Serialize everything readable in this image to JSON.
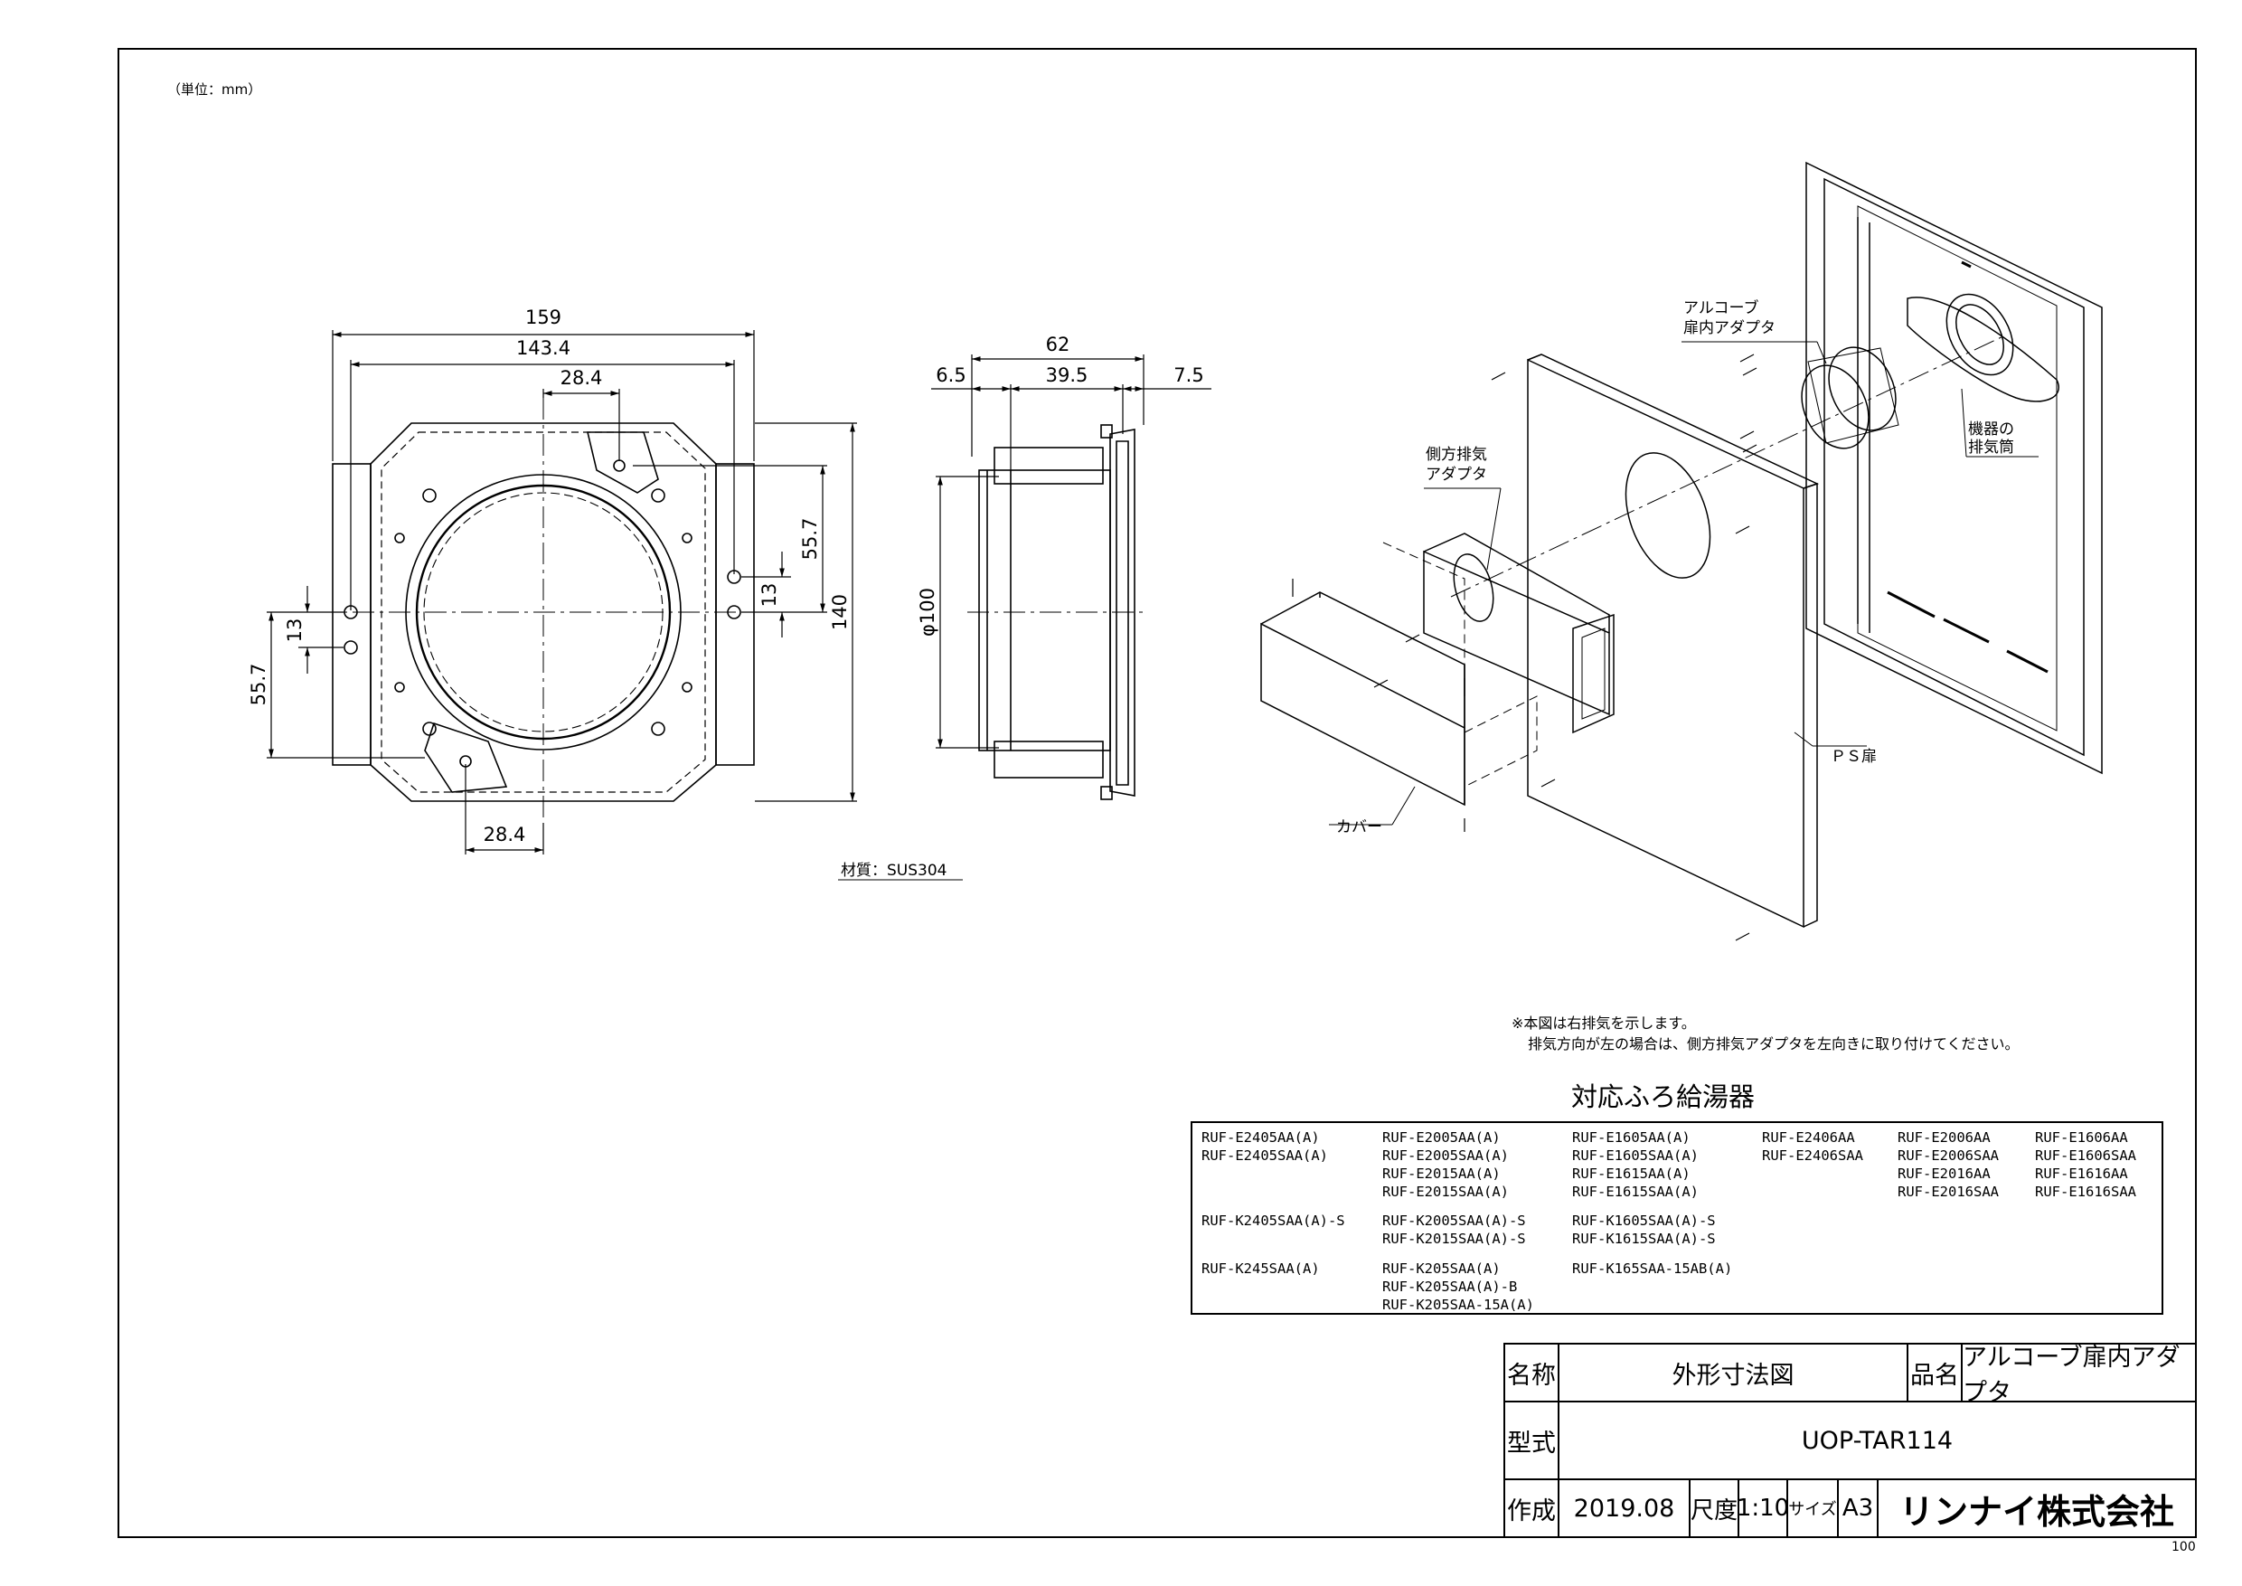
{
  "unit_note": "（単位：mm）",
  "material": "材質：SUS304",
  "front_view": {
    "dims": {
      "width_outer": "159",
      "width_inner": "143.4",
      "top_offset": "28.4",
      "bottom_offset": "28.4",
      "right_height": "55.7",
      "right_gap": "13",
      "left_gap": "13",
      "left_height": "55.7",
      "total_height": "140"
    }
  },
  "side_view": {
    "dims": {
      "depth": "62",
      "left": "6.5",
      "mid": "39.5",
      "right": "7.5",
      "diameter": "φ100"
    }
  },
  "iso_labels": {
    "alcove_adapter": [
      "アルコーブ",
      "扉内アダプタ"
    ],
    "side_exhaust_adapter": [
      "側方排気",
      "アダプタ"
    ],
    "exhaust_pipe": [
      "機器の",
      "排気筒"
    ],
    "ps_door": "ＰＳ扉",
    "cover": "カバー"
  },
  "notes": [
    "※本図は右排気を示します。",
    "排気方向が左の場合は、側方排気アダプタを左向きに取り付けてください。"
  ],
  "compatible_title": "対応ふろ給湯器",
  "compatible_models": [
    [
      "RUF-E2405AA(A)",
      "RUF-E2405SAA(A)",
      "",
      "",
      "",
      "RUF-K2405SAA(A)-S",
      "",
      "",
      "RUF-K245SAA(A)"
    ],
    [
      "RUF-E2005AA(A)",
      "RUF-E2005SAA(A)",
      "RUF-E2015AA(A)",
      "RUF-E2015SAA(A)",
      "",
      "RUF-K2005SAA(A)-S",
      "RUF-K2015SAA(A)-S",
      "",
      "RUF-K205SAA(A)",
      "RUF-K205SAA(A)-B",
      "RUF-K205SAA-15A(A)"
    ],
    [
      "RUF-E1605AA(A)",
      "RUF-E1605SAA(A)",
      "RUF-E1615AA(A)",
      "RUF-E1615SAA(A)",
      "",
      "RUF-K1605SAA(A)-S",
      "RUF-K1615SAA(A)-S",
      "",
      "RUF-K165SAA-15AB(A)"
    ],
    [
      "RUF-E2406AA",
      "RUF-E2406SAA"
    ],
    [
      "RUF-E2006AA",
      "RUF-E2006SAA",
      "RUF-E2016AA",
      "RUF-E2016SAA"
    ],
    [
      "RUF-E1606AA",
      "RUF-E1606SAA",
      "RUF-E1616AA",
      "RUF-E1616SAA"
    ]
  ],
  "title_block": {
    "name_label": "名称",
    "name_value": "外形寸法図",
    "product_label": "品名",
    "product_value": "アルコーブ扉内アダプタ",
    "model_label": "型式",
    "model_value": "UOP-TAR114",
    "created_label": "作成",
    "created_value": "2019.08",
    "scale_label": "尺度",
    "scale_value": "1:10",
    "size_label": "サイズ",
    "size_value": "A3",
    "company": "リンナイ株式会社"
  },
  "corner_number": "100"
}
